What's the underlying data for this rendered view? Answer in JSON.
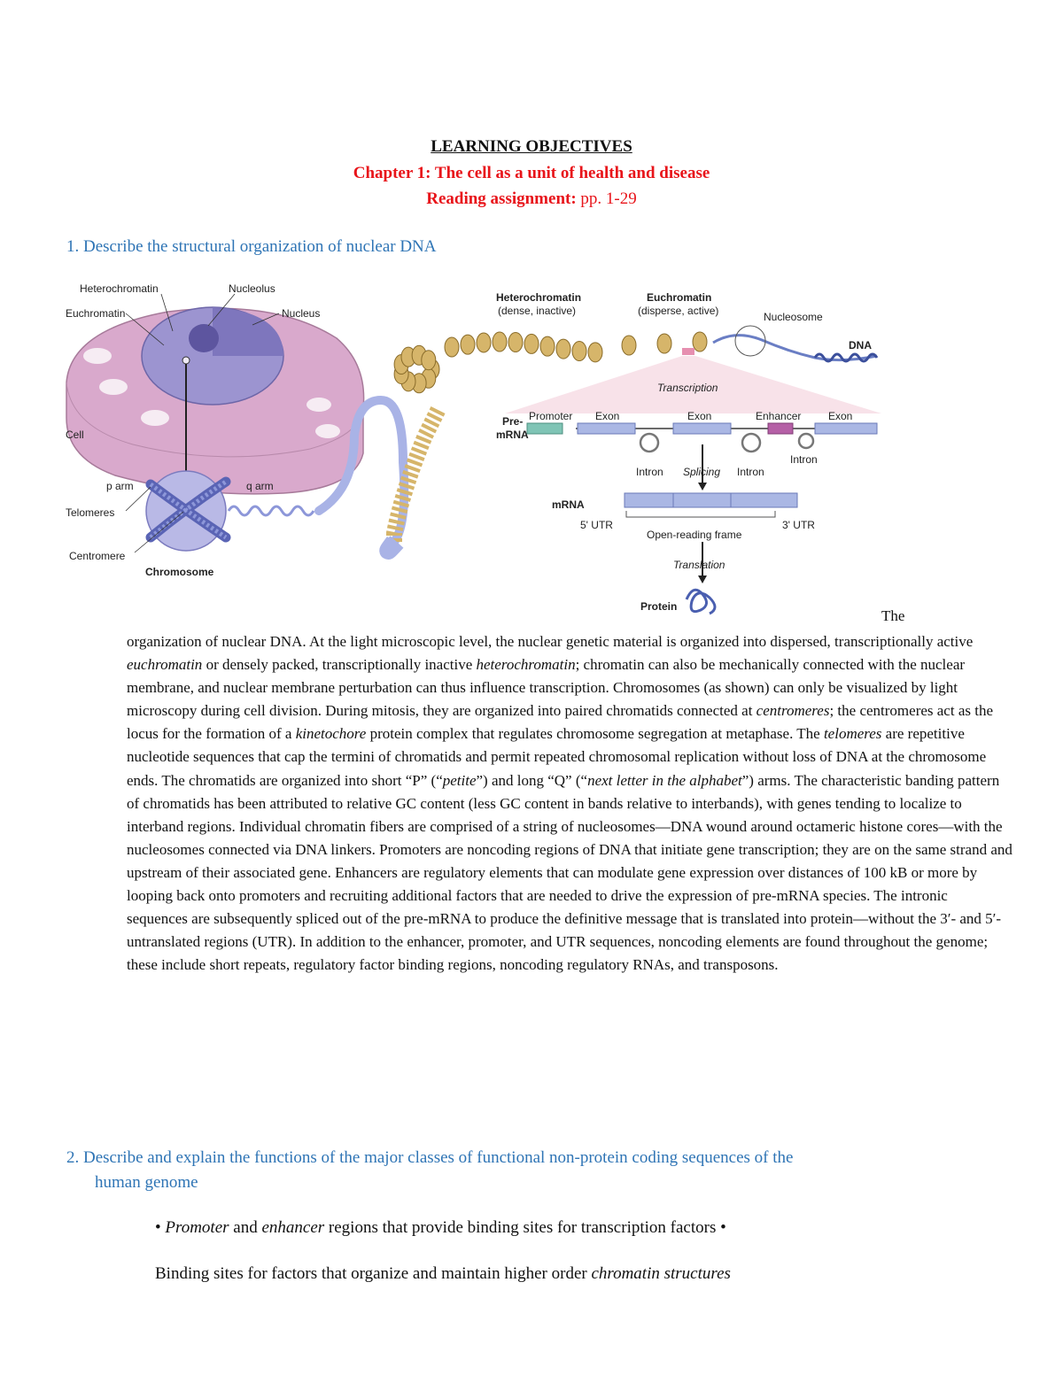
{
  "header": {
    "title": "LEARNING OBJECTIVES",
    "chapter": "Chapter 1: The cell as a unit of health and disease",
    "reading_label": "Reading assignment:",
    "reading_pages": " pp. 1-29"
  },
  "objective1": {
    "heading": "1. Describe the structural organization of nuclear DNA"
  },
  "figure": {
    "labels": {
      "heterochromatin": "Heterochromatin",
      "nucleolus": "Nucleolus",
      "euchromatin": "Euchromatin",
      "nucleus": "Nucleus",
      "cell": "Cell",
      "p_arm": "p arm",
      "q_arm": "q arm",
      "telomeres": "Telomeres",
      "centromere": "Centromere",
      "chromosome": "Chromosome",
      "hetero_top": "Heterochromatin",
      "hetero_sub": "(dense, inactive)",
      "eu_top": "Euchromatin",
      "eu_sub": "(disperse, active)",
      "nucleosome": "Nucleosome",
      "dna": "DNA",
      "transcription": "Transcription",
      "pre": "Pre-",
      "mrna_lbl": "mRNA",
      "promoter": "Promoter",
      "exon1": "Exon",
      "exon2": "Exon",
      "enhancer": "Enhancer",
      "exon3": "Exon",
      "intron1": "Intron",
      "splicing": "Splicing",
      "intron2": "Intron",
      "intron3": "Intron",
      "mrna": "mRNA",
      "utr5": "5' UTR",
      "utr3": "3' UTR",
      "orf": "Open-reading frame",
      "translation": "Translation",
      "protein": "Protein"
    },
    "colors": {
      "cell": "#d9a9cc",
      "nucleus": "#9c94d0",
      "chromosome": "#a9b3e6",
      "nucleosome": "#d6b56a",
      "exon": "#aab7e4",
      "promoter": "#7fc4b5",
      "enhancer": "#b560a6"
    }
  },
  "body": {
    "the": "The",
    "p1": "organization of nuclear DNA. At the light microscopic level, the nuclear genetic material is organized into dispersed, transcriptionally active ",
    "euchromatin": "euchromatin",
    "p2": " or densely packed, transcriptionally inactive ",
    "heterochromatin": "heterochromatin",
    "p3": "; chromatin can also be mechanically connected with the nuclear membrane, and nuclear membrane perturbation can thus influence transcription. Chromosomes (as shown) can only be visualized by light microscopy during cell division. During mitosis, they are organized into paired chromatids connected at ",
    "centromeres": "centromeres",
    "p4": "; the centromeres act as the locus for the formation of a ",
    "kinetochore": "kinetochore",
    "p5": " protein complex that regulates chromosome segregation at metaphase. The ",
    "telomeres": "telomeres",
    "p6": " are repetitive nucleotide sequences that cap the termini of chromatids and permit repeated chromosomal replication without loss of DNA at the chromosome ends. The chromatids are organized into short “P” (“",
    "petite": "petite",
    "p7": "”) and long “Q” (“",
    "next_letter": "next letter in the alphabet",
    "p8": "”) arms. The characteristic banding pattern of chromatids has been attributed to relative GC content (less GC content in bands relative to interbands), with genes tending to localize to interband regions. Individual chromatin fibers are comprised of a string of nucleosomes—DNA wound around octameric histone cores—with the nucleosomes connected via DNA linkers. Promoters are noncoding regions of DNA that initiate gene transcription; they are on the same strand and upstream of their associated gene. Enhancers are regulatory elements that can modulate gene expression over distances of 100 kB or more by looping back onto promoters and recruiting additional factors that are needed to drive the expression of pre-mRNA species. The intronic sequences are subsequently spliced out of the pre-mRNA to produce the definitive message that is translated into protein—without the 3′- and 5′- untranslated regions (UTR). In addition to the enhancer, promoter, and UTR sequences, noncoding elements are found throughout the genome; these include short repeats, regulatory factor binding regions, noncoding regulatory RNAs, and transposons."
  },
  "objective2": {
    "heading_line1": "2. Describe and explain the functions of the major classes of functional non-protein coding sequences of the",
    "heading_line2": "human genome",
    "bullet1_pre": "• ",
    "bullet1_promoter": "Promoter",
    "bullet1_and": " and ",
    "bullet1_enhancer": "enhancer",
    "bullet1_rest": " regions that provide binding sites for transcription factors •",
    "bullet2_pre": "Binding sites for factors that organize and maintain higher order ",
    "bullet2_italic": "chromatin structures"
  }
}
